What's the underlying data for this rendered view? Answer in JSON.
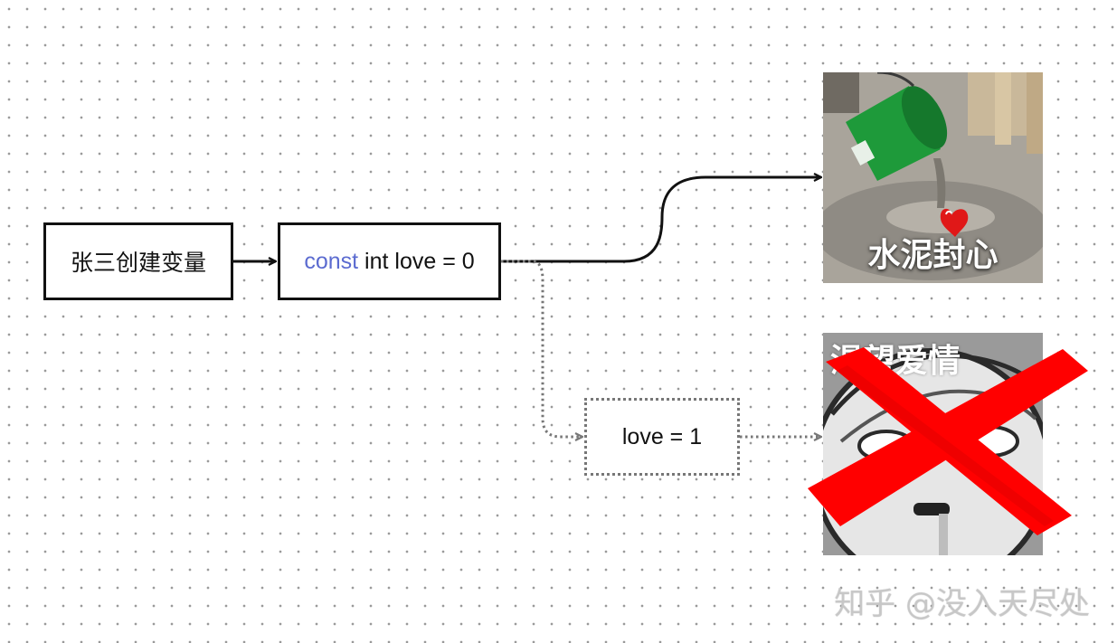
{
  "nodes": {
    "create": {
      "label": "张三创建变量"
    },
    "declaration": {
      "keyword": "const",
      "rest": " int love = 0"
    },
    "assignment": {
      "label": "love = 1"
    }
  },
  "images": {
    "cement": {
      "caption": "水泥封心"
    },
    "longing": {
      "caption": "渴望爱情"
    }
  },
  "watermark": "知乎 @没入天尽处",
  "colors": {
    "keyword": "#5b6bd0",
    "solid_edge": "#111111",
    "dotted_edge": "#777777",
    "cross": "#ff0000",
    "bucket": "#1e9a3a"
  },
  "edges": [
    {
      "from": "create",
      "to": "declaration",
      "style": "solid"
    },
    {
      "from": "declaration",
      "to": "cement",
      "style": "solid"
    },
    {
      "from": "declaration",
      "to": "assignment",
      "style": "dotted"
    },
    {
      "from": "assignment",
      "to": "longing",
      "style": "dotted"
    }
  ]
}
